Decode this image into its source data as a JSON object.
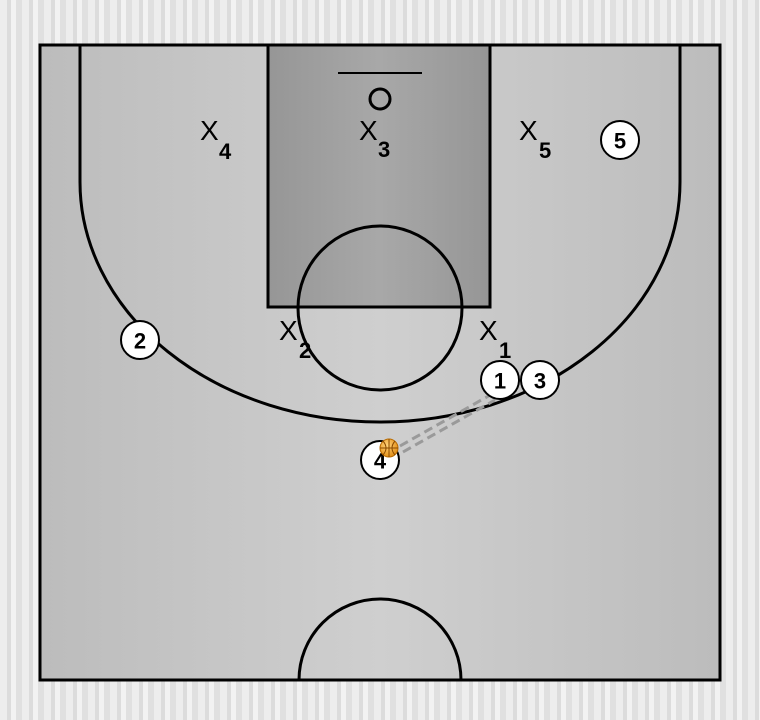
{
  "colors": {
    "court_floor": "#c4c4c4",
    "paint": "#9c9c9c",
    "lines": "#000000",
    "ball": "#f0a020",
    "pass_line": "#9a9a9a"
  },
  "defense": [
    {
      "letter": "X",
      "number": "4"
    },
    {
      "letter": "X",
      "number": "3"
    },
    {
      "letter": "X",
      "number": "5"
    },
    {
      "letter": "X",
      "number": "2"
    },
    {
      "letter": "X",
      "number": "1"
    }
  ],
  "offense": [
    {
      "number": "5"
    },
    {
      "number": "2"
    },
    {
      "number": "1"
    },
    {
      "number": "3"
    },
    {
      "number": "4",
      "has_ball": true
    }
  ],
  "icons": {
    "ball": "basketball-icon",
    "hoop": "basket-rim-icon",
    "pass": "pass-line-icon"
  }
}
